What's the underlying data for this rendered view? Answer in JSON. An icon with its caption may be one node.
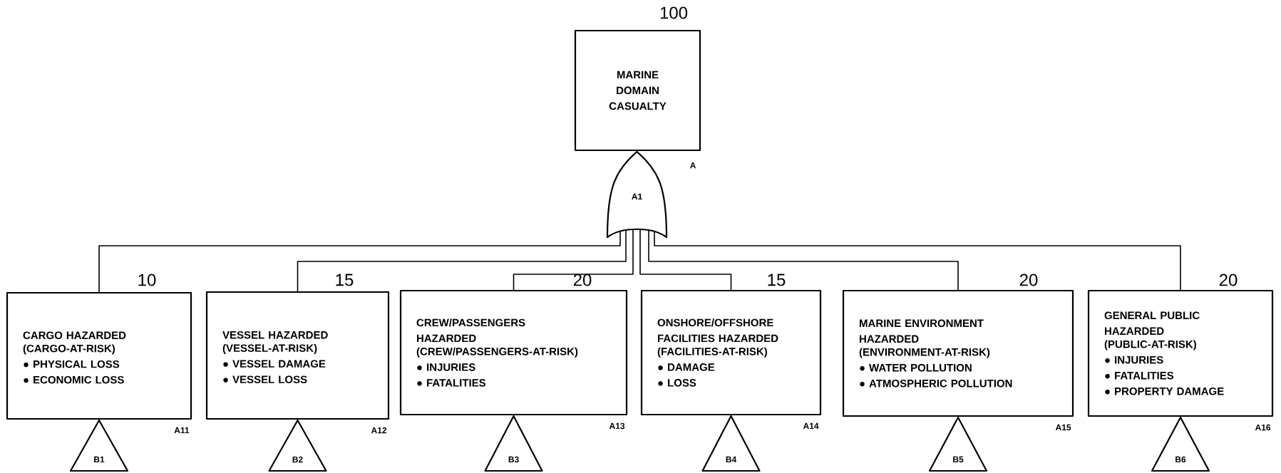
{
  "diagram": {
    "nodes": [
      {
        "text": [
          "MARINE DOMAIN CASUALTY"
        ],
        "beside": [
          "100",
          "A"
        ]
      },
      {
        "text": [
          "A1"
        ]
      },
      {
        "text": [
          "CARGO HAZARDED",
          "(CARGO-AT-RISK)",
          "● PHYSICAL LOSS",
          "● ECONOMIC LOSS"
        ],
        "beside": [
          "10",
          "A11"
        ]
      },
      {
        "text": [
          "VESSEL HAZARDED",
          "(VESSEL-AT-RISK)",
          "● VESSEL DAMAGE",
          "● VESSEL LOSS"
        ],
        "beside": [
          "15",
          "A12"
        ]
      },
      {
        "text": [
          "CREW/PASSENGERS HAZARDED",
          "(CREW/PASSENGERS-AT-RISK)",
          "● INJURIES",
          "● FATALITIES"
        ],
        "beside": [
          "20",
          "A13"
        ]
      },
      {
        "text": [
          "ONSHORE/OFFSHORE FACILITIES HAZARDED",
          "(FACILITIES-AT-RISK)",
          "● DAMAGE",
          "● LOSS"
        ],
        "beside": [
          "15",
          "A14"
        ]
      },
      {
        "text": [
          "MARINE ENVIRONMENT HAZARDED",
          "(ENVIRONMENT-AT-RISK)",
          "● WATER POLLUTION",
          "● ATMOSPHERIC POLLUTION"
        ],
        "beside": [
          "20",
          "A15"
        ]
      },
      {
        "text": [
          "GENERAL PUBLIC HAZARDED",
          "(PUBLIC-AT-RISK)",
          "● INJURIES",
          "● FATALITIES",
          "● PROPERTY DAMAGE"
        ],
        "beside": [
          "20",
          "A16"
        ]
      },
      {
        "text": [
          "B1"
        ]
      },
      {
        "text": [
          "B2"
        ]
      },
      {
        "text": [
          "B3"
        ]
      },
      {
        "text": [
          "B4"
        ]
      },
      {
        "text": [
          "B5"
        ]
      },
      {
        "text": [
          "B6"
        ]
      }
    ],
    "edges": [
      {
        "from": 2,
        "to": 1,
        "arrow": "none"
      },
      {
        "from": 3,
        "to": 1,
        "arrow": "none"
      },
      {
        "from": 4,
        "to": 1,
        "arrow": "none"
      },
      {
        "from": 5,
        "to": 1,
        "arrow": "none"
      },
      {
        "from": 6,
        "to": 1,
        "arrow": "none"
      },
      {
        "from": 7,
        "to": 1,
        "arrow": "none"
      }
    ]
  }
}
